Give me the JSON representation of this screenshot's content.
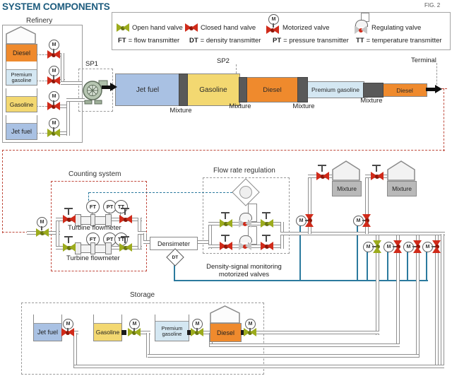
{
  "title": "SYSTEM COMPONENTS",
  "fig_label": "FIG. 2",
  "m_label": "M",
  "legend": {
    "items": [
      {
        "label": "Open hand valve",
        "type": "open-hand-valve"
      },
      {
        "label": "Closed hand valve",
        "type": "closed-hand-valve"
      },
      {
        "label": "Motorized valve",
        "type": "motorized-valve"
      },
      {
        "label": "Regulating valve",
        "type": "regulating-valve"
      }
    ],
    "transmitters": [
      {
        "abbr": "FT",
        "desc": "= flow transmitter"
      },
      {
        "abbr": "DT",
        "desc": "= density transmitter"
      },
      {
        "abbr": "PT",
        "desc": "= pressure transmitter"
      },
      {
        "abbr": "TT",
        "desc": "= temperature transmitter"
      }
    ]
  },
  "refinery": {
    "label": "Refinery",
    "pump_label": "SP1",
    "tanks": [
      {
        "name": "Diesel"
      },
      {
        "name": "Premium gasoline"
      },
      {
        "name": "Gasoline"
      },
      {
        "name": "Jet fuel"
      }
    ]
  },
  "pipeline": {
    "sp2_label": "SP2",
    "terminal_label": "Terminal",
    "segments": [
      {
        "name": "Jet fuel"
      },
      {
        "name": "Gasoline"
      },
      {
        "name": "Diesel"
      },
      {
        "name": "Premium gasoline"
      },
      {
        "name": "Diesel"
      }
    ],
    "mixture_labels": [
      "Mixture",
      "Mixture",
      "Mixture",
      "Mixture"
    ]
  },
  "counting_system": {
    "label": "Counting system",
    "flowmeters": [
      {
        "label": "Turbine flowmeter",
        "instruments": [
          "FT",
          "PT",
          "TT"
        ]
      },
      {
        "label": "Turbine flowmeter",
        "instruments": [
          "FT",
          "PT",
          "TT"
        ]
      }
    ]
  },
  "densimeter": {
    "label": "Densimeter",
    "dt_label": "DT"
  },
  "flow_regulation": {
    "label": "Flow rate regulation"
  },
  "monitoring_note": {
    "line1": "Density-signal monitoring",
    "line2": "motorized valves"
  },
  "mixture_tanks": [
    {
      "name": "Mixture"
    },
    {
      "name": "Mixture"
    }
  ],
  "storage": {
    "label": "Storage",
    "tanks": [
      {
        "name": "Jet fuel"
      },
      {
        "name": "Gasoline"
      },
      {
        "name": "Premium gasoline"
      },
      {
        "name": "Diesel"
      }
    ]
  },
  "colors": {
    "diesel": "#ef8a2d",
    "gasoline": "#f3d871",
    "premium_gasoline": "#d4e7f2",
    "jet_fuel": "#a9c1e3",
    "mixture_gray": "#b9b9b9",
    "open_valve": "#9cab1d",
    "closed_valve": "#d02b1a",
    "signal_blue": "#2b7a9e",
    "route_red": "#bf4a3c",
    "title": "#1d5c7e"
  }
}
